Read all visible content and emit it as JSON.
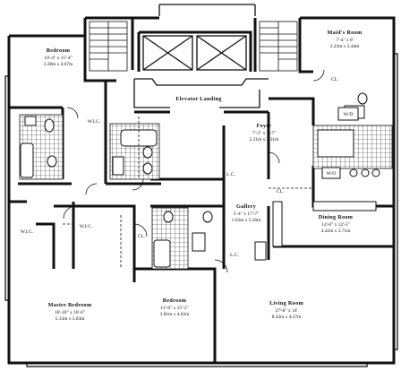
{
  "rooms": {
    "bedroom_nw": {
      "name": "Bedroom",
      "dim_ft": "10'-4\" x 15'-4\"",
      "dim_m": "3.28m x 4.67m"
    },
    "maids_room": {
      "name": "Maid's Room",
      "dim_ft": "7'-4\" x 8'",
      "dim_m": "2.23m x 2.44m"
    },
    "elevator_landing": {
      "name": "Elevator Landing"
    },
    "foyer": {
      "name": "Foyer",
      "dim_ft": "7'-3\" x 7'-7\"",
      "dim_m": "2.21m x 2.31m"
    },
    "gallery": {
      "name": "Gallery",
      "dim_ft": "5'-4\" x 17'-7\"",
      "dim_m": "1.63m x 5.36m"
    },
    "dining_room": {
      "name": "Dining Room",
      "dim_ft": "14'-6\" x 12'-5\"",
      "dim_m": "4.42m x 3.71m"
    },
    "master_bedroom": {
      "name": "Master Bedroom",
      "dim_ft": "16'-10\" x 16'-6\"",
      "dim_m": "5.13m x 5.03m"
    },
    "bedroom_center": {
      "name": "Bedroom",
      "dim_ft": "12'-6\" x 15'-2\"",
      "dim_m": "3.81m x 4.62m"
    },
    "living_room": {
      "name": "Living Room",
      "dim_ft": "27'-8\" x 14'",
      "dim_m": "8.43m x 4.27m"
    }
  },
  "labels": {
    "wic_north": "W.I.C.",
    "wic_1": "W.I.C.",
    "wic_2": "W.I.C.",
    "lc": "L.C.",
    "cl_gallery": "CL.",
    "cl_maid": "CL.",
    "wd": "W/D",
    "wo": "W/O",
    "cl_bath": "CL.",
    "lc_bath": "L.C."
  }
}
